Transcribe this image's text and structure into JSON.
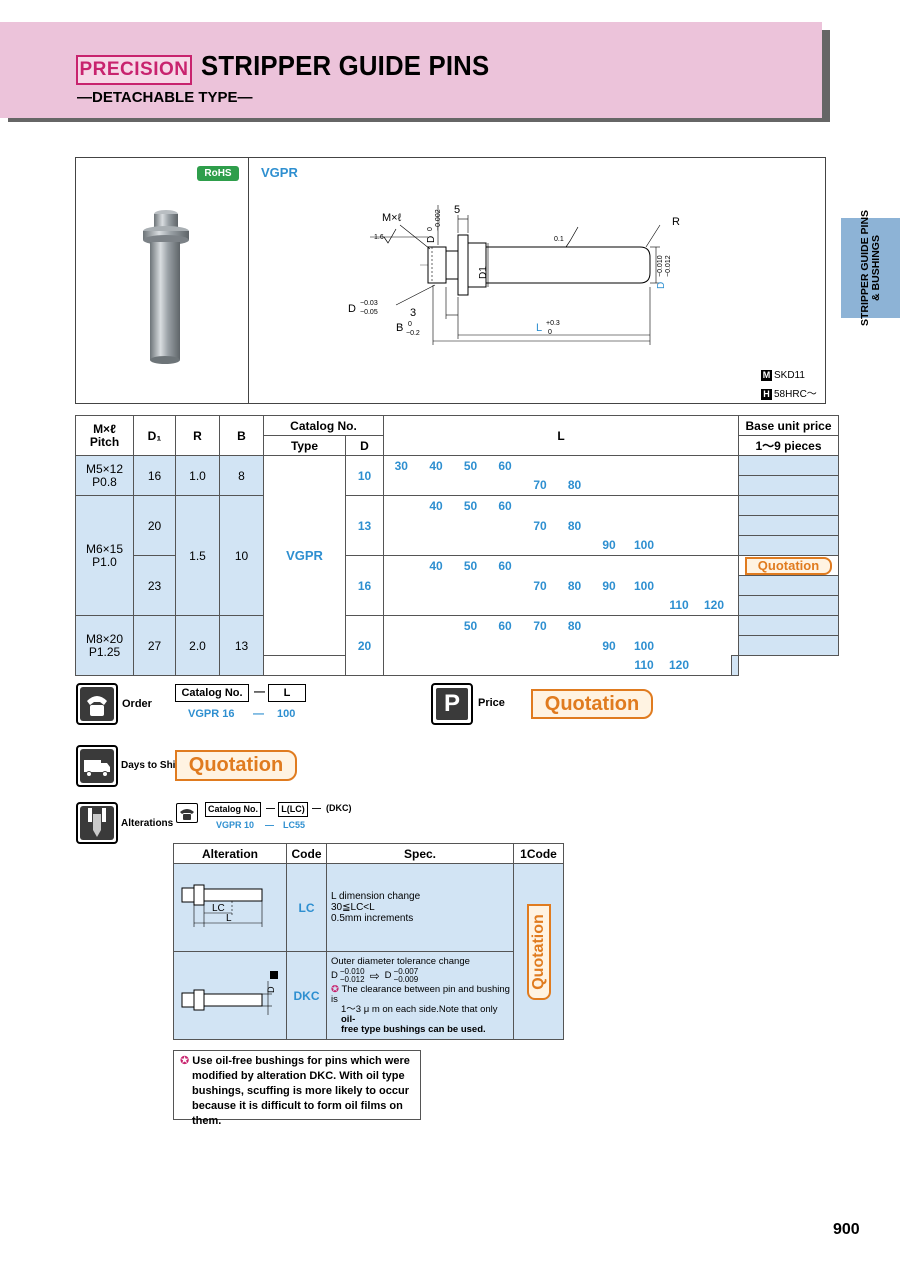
{
  "header": {
    "badge": "PRECISION",
    "title": "STRIPPER GUIDE PINS",
    "subtitle": "—DETACHABLE TYPE—"
  },
  "side_tab": {
    "line1": "STRIPPER GUIDE PINS",
    "line2": "& BUSHINGS"
  },
  "product": {
    "rohs": "RoHS",
    "type_label": "VGPR",
    "drawing": {
      "mxl": "M×ℓ",
      "five": "5",
      "r": "R",
      "d_tol": "D",
      "d_tol_upper": "0",
      "d_tol_lower": "−0.002",
      "d1": "D1",
      "dminus": "D",
      "dminus_upper": "−0.03",
      "dminus_lower": "−0.05",
      "three": "3",
      "b": "B",
      "b_upper": "0",
      "b_lower": "−0.2",
      "l": "L",
      "l_upper": "+0.3",
      "l_lower": "0",
      "dright": "D",
      "dright_upper": "−0.010",
      "dright_lower": "−0.012",
      "rough1": "1.6",
      "rough2": "0.1"
    },
    "material_code": "M",
    "material": "SKD11",
    "hardness_code": "H",
    "hardness": "58HRC～"
  },
  "table": {
    "h_mxl": "M×ℓ",
    "h_pitch": "Pitch",
    "h_d1": "D₁",
    "h_r": "R",
    "h_b": "B",
    "h_catalog": "Catalog No.",
    "h_type": "Type",
    "h_d": "D",
    "h_l": "L",
    "h_price": "Base unit price",
    "h_pieces": "1～9 pieces",
    "type_value": "VGPR",
    "quotation": "Quotation",
    "groups": [
      {
        "mxl": "M5×12",
        "pitch": "P0.8",
        "d1": "16",
        "r": "1.0",
        "b": "8",
        "d": "10",
        "rows": [
          [
            "30",
            "40",
            "50",
            "60",
            "",
            "",
            "",
            "",
            "",
            ""
          ],
          [
            "",
            "",
            "",
            "",
            "70",
            "80",
            "",
            "",
            "",
            ""
          ]
        ]
      },
      {
        "mxl": "M6×15",
        "pitch": "P1.0",
        "d1a": "20",
        "d1b": "23",
        "r": "1.5",
        "b": "10",
        "d13": "13",
        "d16": "16",
        "rows13": [
          [
            "",
            "40",
            "50",
            "60",
            "",
            "",
            "",
            "",
            "",
            ""
          ],
          [
            "",
            "",
            "",
            "",
            "70",
            "80",
            "",
            "",
            "",
            ""
          ],
          [
            "",
            "",
            "",
            "",
            "",
            "",
            "90",
            "100",
            "",
            ""
          ]
        ],
        "rows16": [
          [
            "",
            "40",
            "50",
            "60",
            "",
            "",
            "",
            "",
            "",
            ""
          ],
          [
            "",
            "",
            "",
            "",
            "70",
            "80",
            "90",
            "100",
            "",
            ""
          ],
          [
            "",
            "",
            "",
            "",
            "",
            "",
            "",
            "",
            "110",
            "120"
          ]
        ]
      },
      {
        "mxl": "M8×20",
        "pitch": "P1.25",
        "d1": "27",
        "r": "2.0",
        "b": "13",
        "d": "20",
        "rows": [
          [
            "",
            "",
            "50",
            "60",
            "70",
            "80",
            "",
            "",
            "",
            ""
          ],
          [
            "",
            "",
            "",
            "",
            "",
            "",
            "90",
            "100",
            "",
            ""
          ],
          [
            "",
            "",
            "",
            "",
            "",
            "",
            "",
            "",
            "110",
            "120"
          ]
        ]
      }
    ]
  },
  "order": {
    "label": "Order",
    "catalog_box": "Catalog No.",
    "dash": "—",
    "l_box": "L",
    "example_catalog": "VGPR 16",
    "example_dash": "—",
    "example_l": "100"
  },
  "price": {
    "label": "Price",
    "value": "Quotation"
  },
  "days": {
    "label": "Days to Ship",
    "value": "Quotation"
  },
  "alterations": {
    "label": "Alterations",
    "catalog_box": "Catalog No.",
    "dash1": "—",
    "lc_box": "L(LC)",
    "dash2": "—",
    "dkc": "(DKC)",
    "example_catalog": "VGPR 10",
    "example_dash": "—",
    "example_lc": "LC55",
    "h_alteration": "Alteration",
    "h_code": "Code",
    "h_spec": "Spec.",
    "h_1code": "1Code",
    "quotation": "Quotation",
    "rows": [
      {
        "code": "LC",
        "lc_label": "LC",
        "l_label": "L",
        "spec1": "L dimension change",
        "spec2": "30≦LC<L",
        "spec3": "0.5mm increments"
      },
      {
        "code": "DKC",
        "dt_label": "D",
        "spec1": "Outer diameter tolerance change",
        "spec2a": "D",
        "spec2a_up": "−0.010",
        "spec2a_lo": "−0.012",
        "spec2b": "D",
        "spec2b_up": "−0.007",
        "spec2b_lo": "−0.009",
        "spec3": "The clearance between pin and bushing is",
        "spec4": "1～3 μ m on each side.Note that only ",
        "spec4b": "oil-",
        "spec5": "free type bushings can be used."
      }
    ]
  },
  "note": {
    "line1": "Use oil-free bushings for pins which were",
    "line2": "modified by alteration DKC. With oil type",
    "line3": "bushings, scuffing is more likely to occur",
    "line4": "because it is difficult to form oil films on them."
  },
  "page_number": "900",
  "colors": {
    "header_pink": "#ecc3da",
    "accent_magenta": "#c8236e",
    "blue_text": "#2e8fd0",
    "table_blue": "#d2e4f4",
    "quotation_orange": "#e07b1f",
    "rohs_green": "#2e9e4b",
    "side_tab_blue": "#8db3d6"
  }
}
